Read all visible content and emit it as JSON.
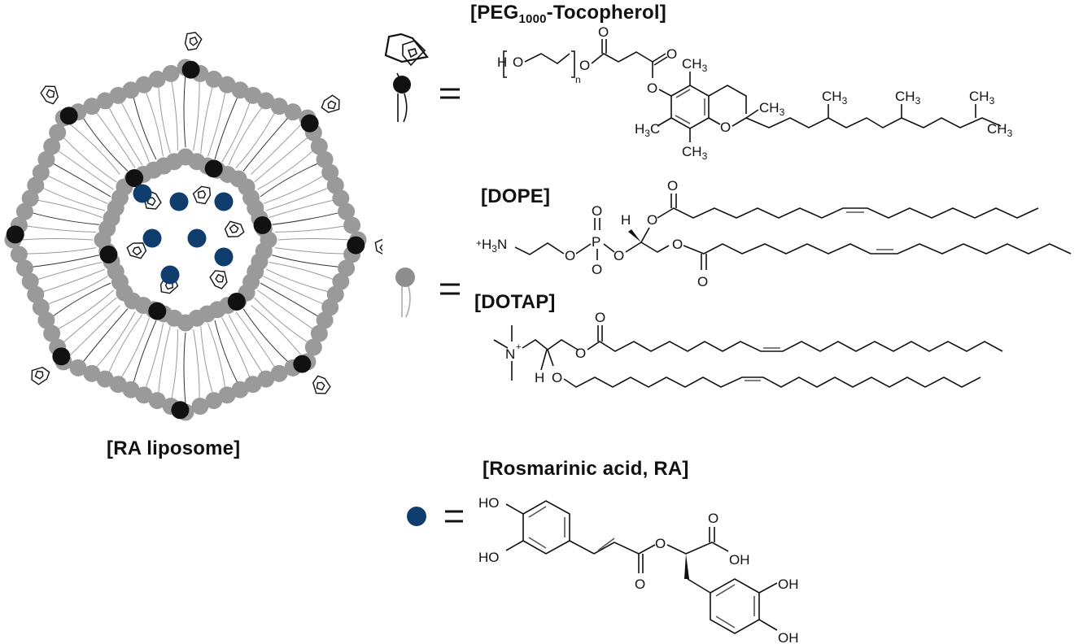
{
  "title": "RA liposome composition schematic",
  "liposome": {
    "label": "[RA liposome]",
    "outer_lipid_color": "#9a9a9a",
    "peg_head_color": "#111111",
    "drug_color": "#0e3d6e",
    "drug_count": 7
  },
  "legend": [
    {
      "symbol": "peg-tocopherol-symbol",
      "equals": "=",
      "name_main": "[PEG",
      "name_sub": "1000",
      "name_rest": "-Tocopherol]",
      "structure_labels": {
        "h": "H",
        "o1": "O",
        "n": "n",
        "o2": "O",
        "o3": "O",
        "o4": "O",
        "o5": "O",
        "o_ring": "O",
        "ch3_top": "CH",
        "ch3_left": "H",
        "ch3_bottom": "CH",
        "ch3_ring": "CH",
        "ch3_chain1": "CH",
        "ch3_chain2": "CH",
        "ch3_chain3": "CH",
        "ch3_chain4": "CH",
        "c": "C",
        "sub3": "3"
      }
    },
    {
      "symbol": "lipid-symbol",
      "equals": "=",
      "name": "[DOPE]",
      "structure_labels": {
        "amine": "H",
        "amine_n": "N",
        "plus": "+",
        "p": "P",
        "o": "O",
        "h": "H",
        "sub3": "3"
      }
    },
    {
      "name": "[DOTAP]",
      "structure_labels": {
        "n": "N",
        "plus": "+",
        "h": "H",
        "o": "O"
      }
    },
    {
      "symbol": "drug-symbol",
      "equals": "=",
      "name": "[Rosmarinic acid, RA]",
      "structure_labels": {
        "ho": "HO",
        "oh": "OH",
        "o": "O"
      }
    }
  ]
}
